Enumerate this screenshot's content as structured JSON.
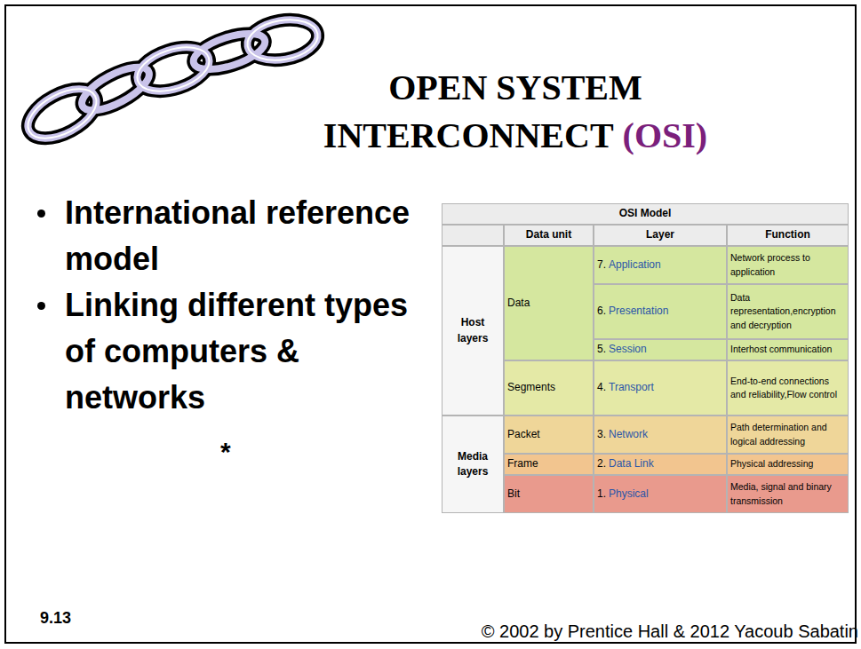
{
  "diagram": {
    "title": "OPEN SYSTEM INTERCONNECT",
    "labels": [
      "(OSI)",
      "International reference model",
      "Linking different types of computers & networks",
      "*",
      "OSI Model",
      "Data unit",
      "Layer",
      "Function",
      "Host layers",
      "Data",
      "7.",
      "Application",
      "Network process to application",
      "6.",
      "Presentation",
      "Data representation,encryption and decryption",
      "5.",
      "Session",
      "Interhost communication",
      "Segments",
      "4.",
      "Transport",
      "End-to-end connections and reliability,Flow control",
      "Media layers",
      "Packet",
      "3.",
      "Network",
      "Path determination and logical addressing",
      "Frame",
      "2.",
      "Data Link",
      "Physical addressing",
      "Bit",
      "1.",
      "Physical",
      "Media, signal and binary transmission",
      "9.13",
      "© 2002 by Prentice Hall & 2012 Yacoub Sabatin"
    ]
  }
}
